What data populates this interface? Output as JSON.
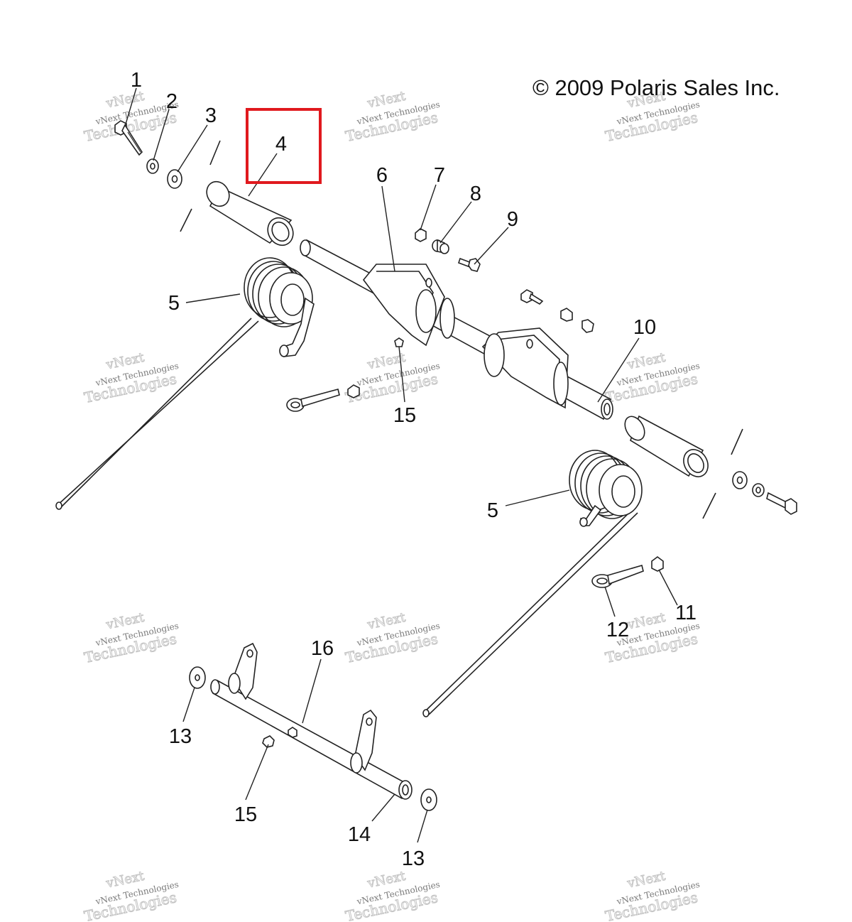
{
  "copyright": "© 2009 Polaris Sales Inc.",
  "highlight": {
    "callout": "4",
    "color": "#e0191e"
  },
  "callouts": [
    {
      "id": "c1",
      "label": "1"
    },
    {
      "id": "c2",
      "label": "2"
    },
    {
      "id": "c3",
      "label": "3"
    },
    {
      "id": "c4",
      "label": "4"
    },
    {
      "id": "c5a",
      "label": "5"
    },
    {
      "id": "c5b",
      "label": "5"
    },
    {
      "id": "c6",
      "label": "6"
    },
    {
      "id": "c7",
      "label": "7"
    },
    {
      "id": "c8",
      "label": "8"
    },
    {
      "id": "c9",
      "label": "9"
    },
    {
      "id": "c10",
      "label": "10"
    },
    {
      "id": "c11",
      "label": "11"
    },
    {
      "id": "c12",
      "label": "12"
    },
    {
      "id": "c13a",
      "label": "13"
    },
    {
      "id": "c13b",
      "label": "13"
    },
    {
      "id": "c14",
      "label": "14"
    },
    {
      "id": "c15a",
      "label": "15"
    },
    {
      "id": "c15b",
      "label": "15"
    },
    {
      "id": "c16",
      "label": "16"
    }
  ],
  "watermark": {
    "line1": "vNext Technologies",
    "line2": "Technologies",
    "script": "vNext"
  }
}
